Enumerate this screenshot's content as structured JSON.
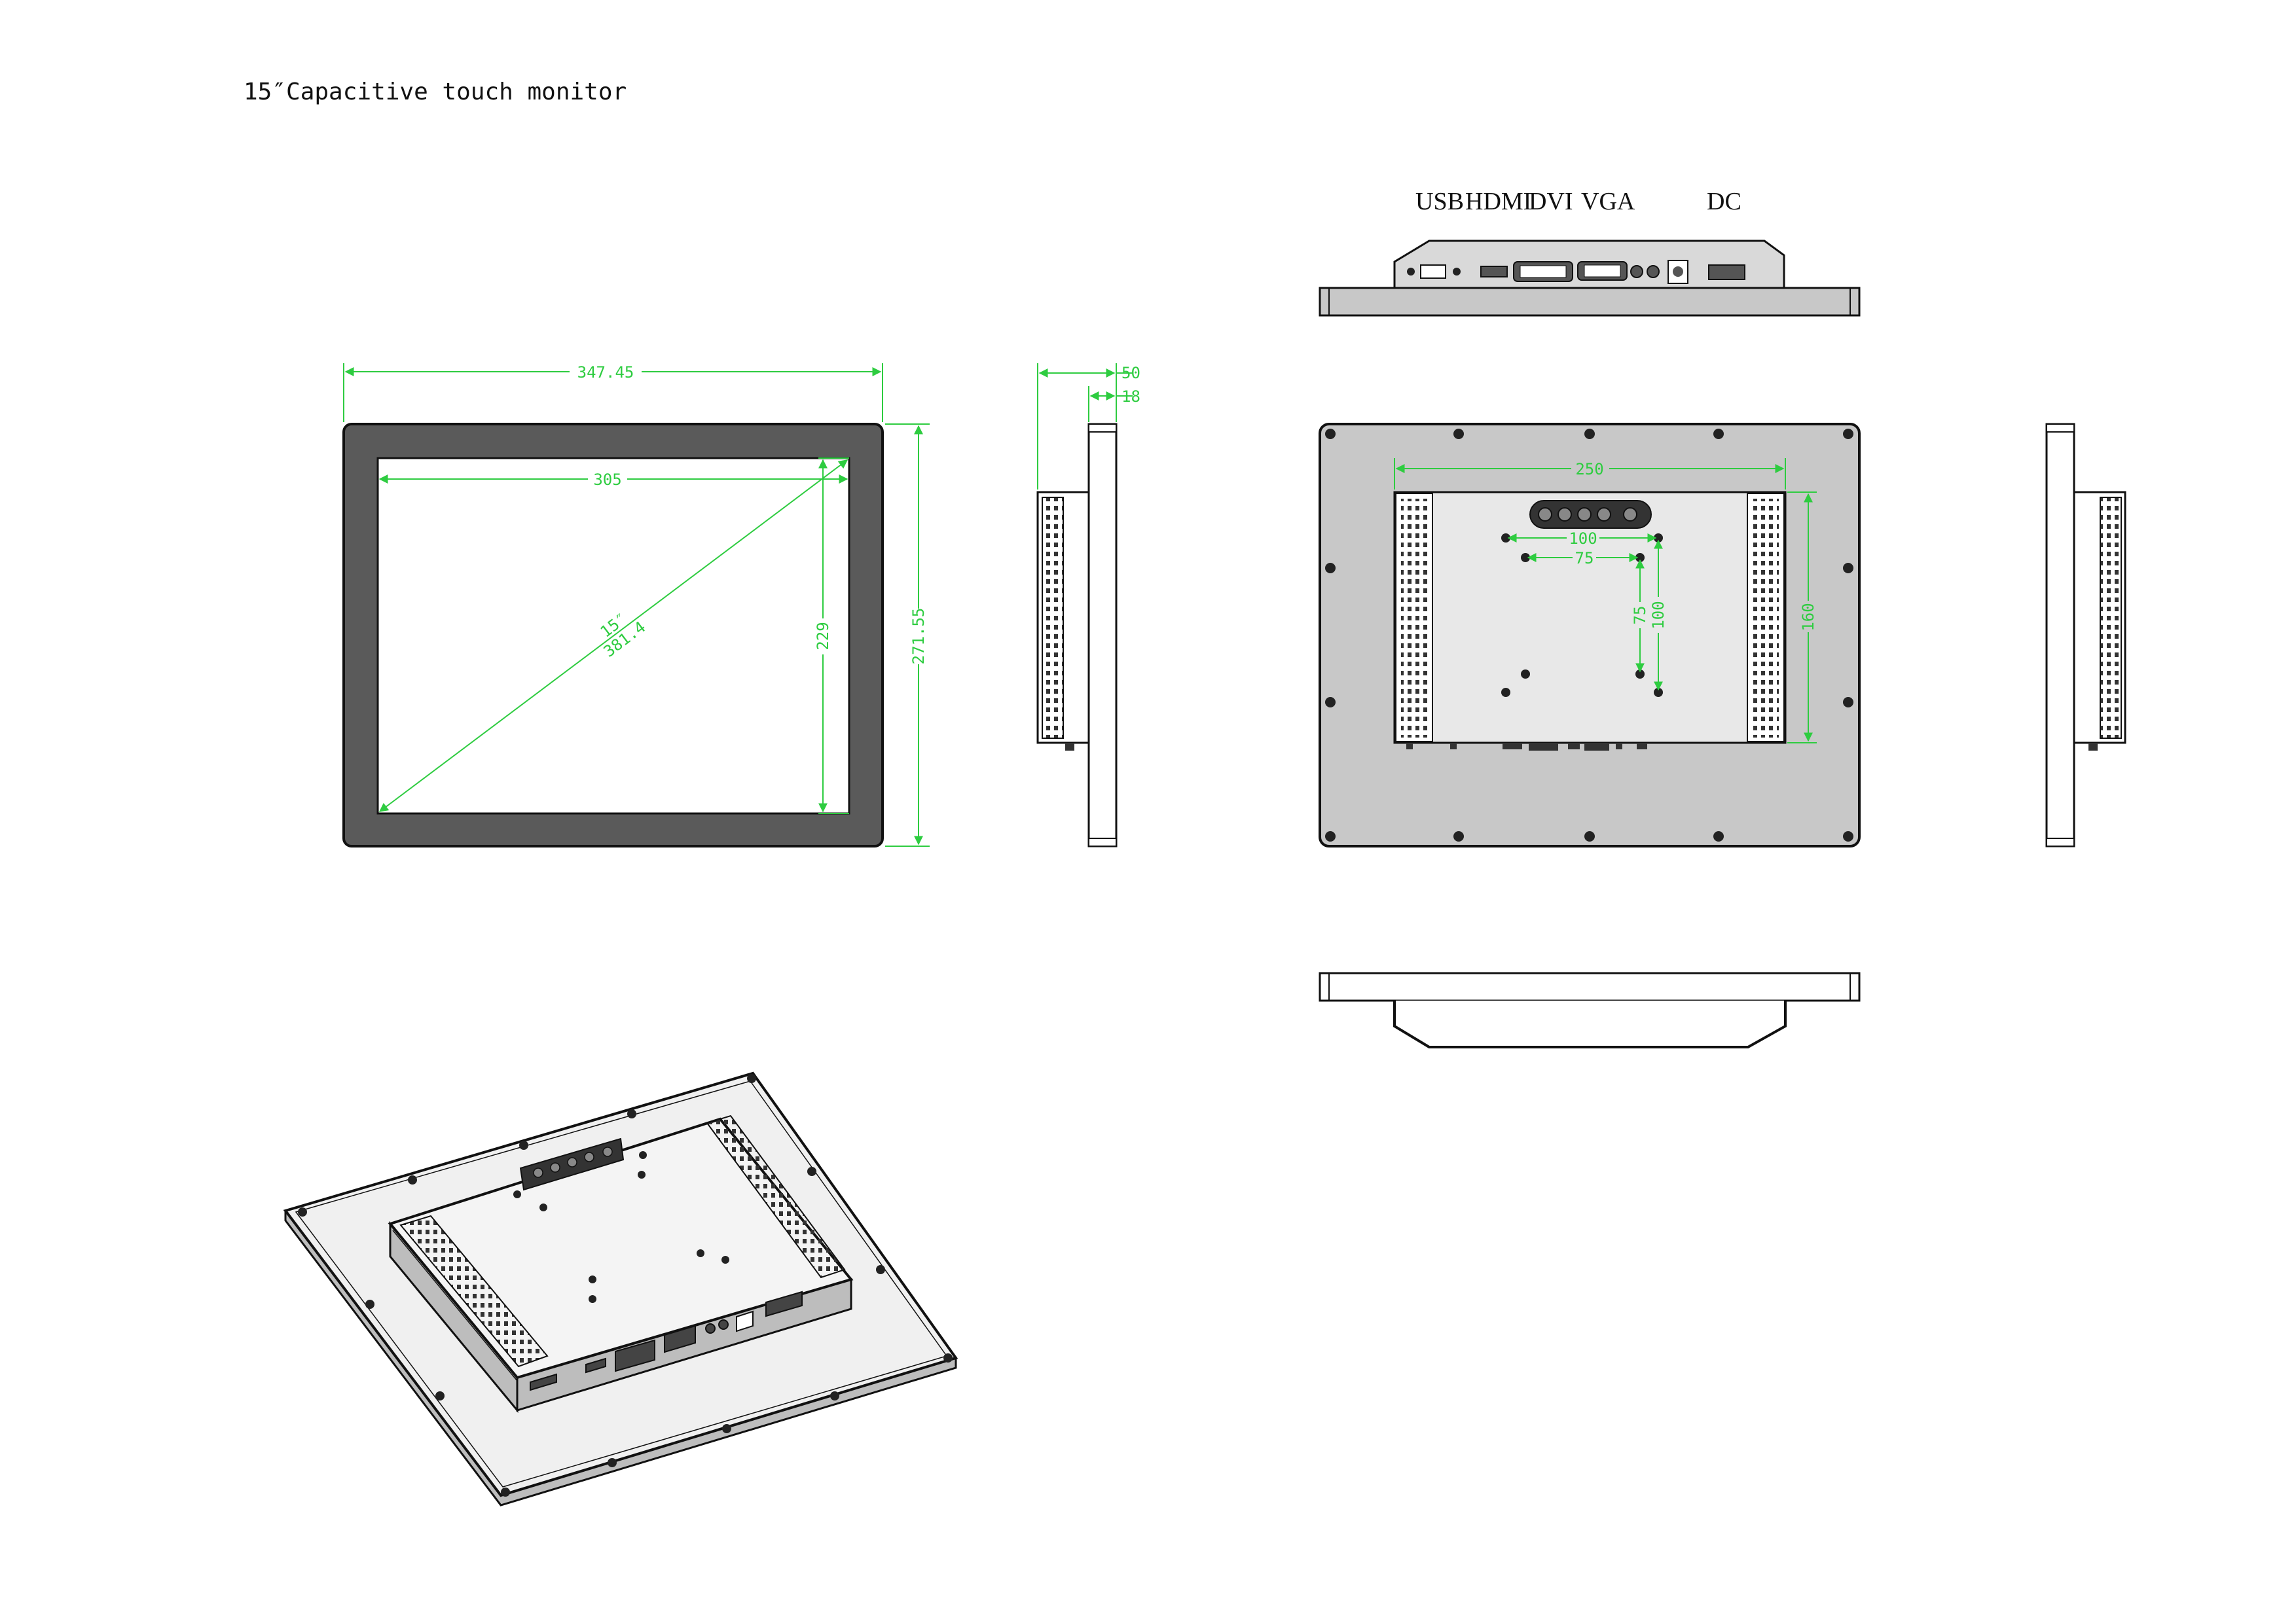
{
  "title": "15″Capacitive touch monitor",
  "ports": {
    "usb": "USB",
    "hdmi": "HDMI",
    "dvi": "DVI",
    "vga": "VGA",
    "dc": "DC"
  },
  "front_view": {
    "overall_width": "347.45",
    "active_width": "305",
    "diagonal_inch": "15″",
    "diagonal_mm": "381.4",
    "active_height": "229",
    "overall_height": "271.55"
  },
  "side_view": {
    "total_depth": "50",
    "frame_depth": "18"
  },
  "rear_view": {
    "box_width": "250",
    "box_height": "160",
    "vesa_large_h": "100",
    "vesa_small_h": "75",
    "vesa_small_v": "75",
    "vesa_large_v": "100"
  },
  "colors": {
    "dimension": "#2ecc40",
    "bezel": "#5a5a5a",
    "rear_panel": "#c8c8c8",
    "box": "#e8e8e8"
  }
}
